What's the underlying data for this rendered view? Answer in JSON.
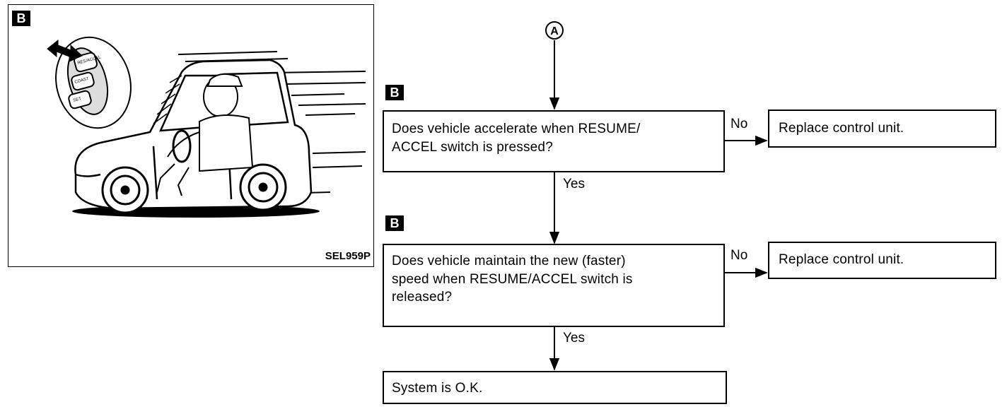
{
  "figure": {
    "tag": "B",
    "code": "SEL959P",
    "switch_labels": [
      "RES/ACCEL",
      "COAST",
      "SET"
    ]
  },
  "flow": {
    "connector": "A",
    "step1": {
      "tag": "B",
      "question": "Does vehicle accelerate when RESUME/\nACCEL switch is pressed?",
      "no_label": "No",
      "no_action": "Replace control unit.",
      "yes_label": "Yes"
    },
    "step2": {
      "tag": "B",
      "question": "Does vehicle maintain the new (faster)\nspeed when RESUME/ACCEL switch is\nreleased?",
      "no_label": "No",
      "no_action": "Replace control unit.",
      "yes_label": "Yes"
    },
    "result": "System is O.K."
  }
}
